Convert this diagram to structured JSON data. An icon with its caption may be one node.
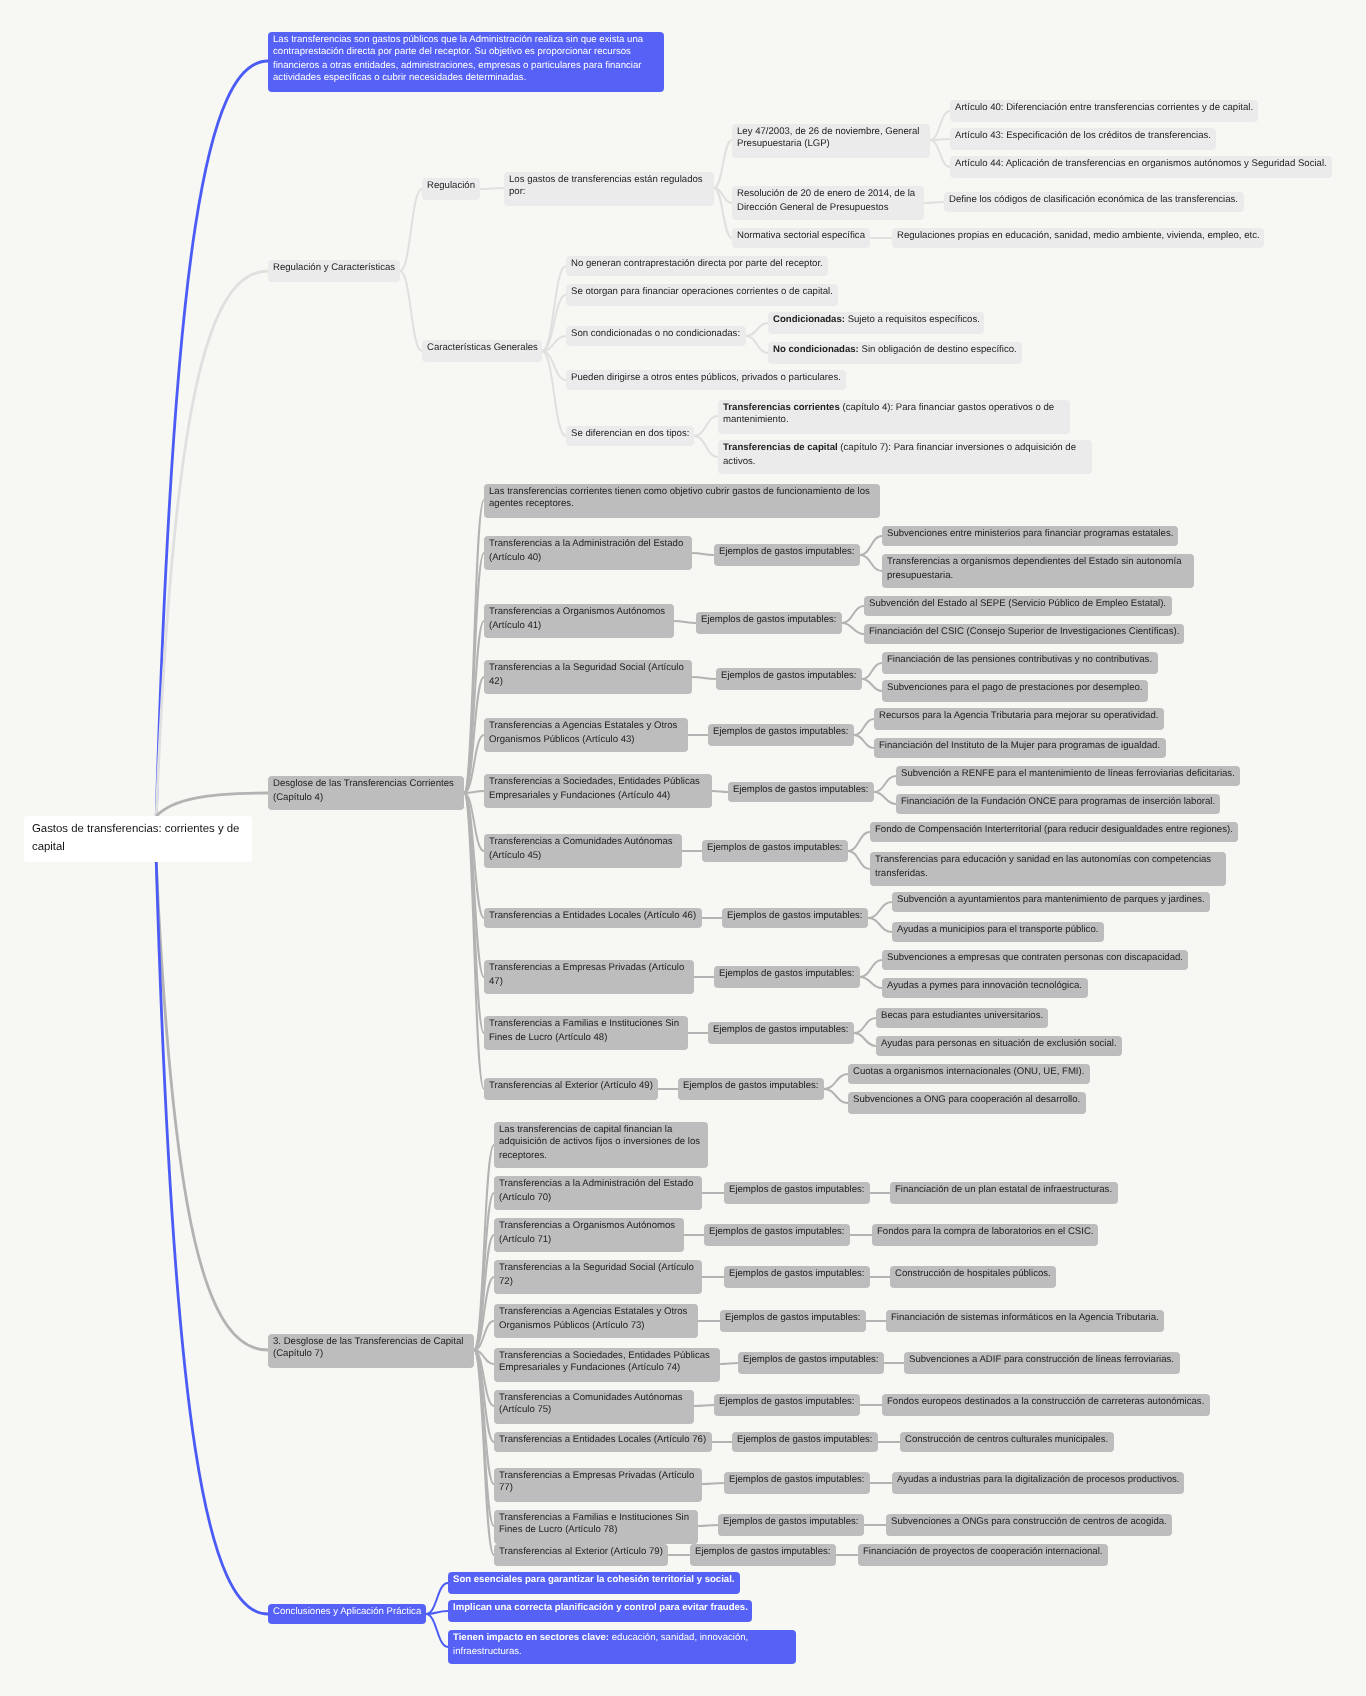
{
  "diagram": {
    "nodes": [
      {
        "text": [
          "Gastos de transferencias: corrientes y de capital"
        ]
      },
      {
        "text": [
          "Las transferencias son gastos públicos que la Administración realiza sin que exista una contraprestación directa por parte del receptor. Su objetivo es proporcionar recursos financieros a otras entidades, administraciones, empresas o particulares para financiar actividades específicas o cubrir necesidades determinadas."
        ]
      },
      {
        "text": [
          "Regulación y Características"
        ]
      },
      {
        "text": [
          "Regulación"
        ]
      },
      {
        "text": [
          "Los gastos de transferencias están regulados por:"
        ]
      },
      {
        "text": [
          "Ley 47/2003, de 26 de noviembre, General Presupuestaria (LGP)"
        ]
      },
      {
        "text": [
          "Artículo 40: Diferenciación entre transferencias corrientes y de capital."
        ]
      },
      {
        "text": [
          "Artículo 43: Especificación de los créditos de transferencias."
        ]
      },
      {
        "text": [
          "Artículo 44: Aplicación de transferencias en organismos autónomos y Seguridad Social."
        ]
      },
      {
        "text": [
          "Resolución de 20 de enero de 2014, de la Dirección General de Presupuestos"
        ]
      },
      {
        "text": [
          "Define los códigos de clasificación económica de las transferencias."
        ]
      },
      {
        "text": [
          "Normativa sectorial específica"
        ]
      },
      {
        "text": [
          "Regulaciones propias en educación, sanidad, medio ambiente, vivienda, empleo, etc."
        ]
      },
      {
        "text": [
          "Características Generales"
        ]
      },
      {
        "text": [
          "No generan contraprestación directa por parte del receptor."
        ]
      },
      {
        "text": [
          "Se otorgan para financiar operaciones corrientes o de capital."
        ]
      },
      {
        "text": [
          "Son condicionadas o no condicionadas:"
        ]
      },
      {
        "text": [
          "**Condicionadas:** Sujeto a requisitos específicos."
        ]
      },
      {
        "text": [
          "**No condicionadas:** Sin obligación de destino específico."
        ]
      },
      {
        "text": [
          "Pueden dirigirse a otros entes públicos, privados o particulares."
        ]
      },
      {
        "text": [
          "Se diferencian en dos tipos:"
        ]
      },
      {
        "text": [
          "**Transferencias corrientes** (capítulo 4): Para financiar gastos operativos o de mantenimiento."
        ]
      },
      {
        "text": [
          "**Transferencias de capital** (capítulo 7): Para financiar inversiones o adquisición de activos."
        ]
      },
      {
        "text": [
          "Desglose de las Transferencias Corrientes (Capítulo 4)"
        ]
      },
      {
        "text": [
          "Las transferencias corrientes tienen como objetivo cubrir gastos de funcionamiento de los agentes receptores."
        ]
      },
      {
        "text": [
          "Transferencias a la Administración del Estado (Artículo 40)"
        ]
      },
      {
        "text": [
          "Ejemplos de gastos imputables:"
        ]
      },
      {
        "text": [
          "Subvenciones entre ministerios para financiar programas estatales."
        ]
      },
      {
        "text": [
          "Transferencias a organismos dependientes del Estado sin autonomía presupuestaria."
        ]
      },
      {
        "text": [
          "Transferencias a Organismos Autónomos (Artículo 41)"
        ]
      },
      {
        "text": [
          "Ejemplos de gastos imputables:"
        ]
      },
      {
        "text": [
          "Subvención del Estado al SEPE (Servicio Público de Empleo Estatal)."
        ]
      },
      {
        "text": [
          "Financiación del CSIC (Consejo Superior de Investigaciones Científicas)."
        ]
      },
      {
        "text": [
          "Transferencias a la Seguridad Social (Artículo 42)"
        ]
      },
      {
        "text": [
          "Ejemplos de gastos imputables:"
        ]
      },
      {
        "text": [
          "Financiación de las pensiones contributivas y no contributivas."
        ]
      },
      {
        "text": [
          "Subvenciones para el pago de prestaciones por desempleo."
        ]
      },
      {
        "text": [
          "Transferencias a Agencias Estatales y Otros Organismos Públicos (Artículo 43)"
        ]
      },
      {
        "text": [
          "Ejemplos de gastos imputables:"
        ]
      },
      {
        "text": [
          "Recursos para la Agencia Tributaria para mejorar su operatividad."
        ]
      },
      {
        "text": [
          "Financiación del Instituto de la Mujer para programas de igualdad."
        ]
      },
      {
        "text": [
          "Transferencias a Sociedades, Entidades Públicas Empresariales y Fundaciones (Artículo 44)"
        ]
      },
      {
        "text": [
          "Ejemplos de gastos imputables:"
        ]
      },
      {
        "text": [
          "Subvención a RENFE para el mantenimiento de líneas ferroviarias deficitarias."
        ]
      },
      {
        "text": [
          "Financiación de la Fundación ONCE para programas de inserción laboral."
        ]
      },
      {
        "text": [
          "Transferencias a Comunidades Autónomas (Artículo 45)"
        ]
      },
      {
        "text": [
          "Ejemplos de gastos imputables:"
        ]
      },
      {
        "text": [
          "Fondo de Compensación Interterritorial (para reducir desigualdades entre regiones)."
        ]
      },
      {
        "text": [
          "Transferencias para educación y sanidad en las autonomías con competencias transferidas."
        ]
      },
      {
        "text": [
          "Transferencias a Entidades Locales (Artículo 46)"
        ]
      },
      {
        "text": [
          "Ejemplos de gastos imputables:"
        ]
      },
      {
        "text": [
          "Subvención a ayuntamientos para mantenimiento de parques y jardines."
        ]
      },
      {
        "text": [
          "Ayudas a municipios para el transporte público."
        ]
      },
      {
        "text": [
          "Transferencias a Empresas Privadas (Artículo 47)"
        ]
      },
      {
        "text": [
          "Ejemplos de gastos imputables:"
        ]
      },
      {
        "text": [
          "Subvenciones a empresas que contraten personas con discapacidad."
        ]
      },
      {
        "text": [
          "Ayudas a pymes para innovación tecnológica."
        ]
      },
      {
        "text": [
          "Transferencias a Familias e Instituciones Sin Fines de Lucro (Artículo 48)"
        ]
      },
      {
        "text": [
          "Ejemplos de gastos imputables:"
        ]
      },
      {
        "text": [
          "Becas para estudiantes universitarios."
        ]
      },
      {
        "text": [
          "Ayudas para personas en situación de exclusión social."
        ]
      },
      {
        "text": [
          "Transferencias al Exterior (Artículo 49)"
        ]
      },
      {
        "text": [
          "Ejemplos de gastos imputables:"
        ]
      },
      {
        "text": [
          "Cuotas a organismos internacionales (ONU, UE, FMI)."
        ]
      },
      {
        "text": [
          "Subvenciones a ONG para cooperación al desarrollo."
        ]
      },
      {
        "text": [
          "3. Desglose de las Transferencias de Capital (Capítulo 7)"
        ]
      },
      {
        "text": [
          "Las transferencias de capital financian la adquisición de activos fijos o inversiones de los receptores."
        ]
      },
      {
        "text": [
          "Transferencias a la Administración del Estado (Artículo 70)"
        ]
      },
      {
        "text": [
          "Ejemplos de gastos imputables:"
        ]
      },
      {
        "text": [
          "Financiación de un plan estatal de infraestructuras."
        ]
      },
      {
        "text": [
          "Transferencias a Organismos Autónomos (Artículo 71)"
        ]
      },
      {
        "text": [
          "Ejemplos de gastos imputables:"
        ]
      },
      {
        "text": [
          "Fondos para la compra de laboratorios en el CSIC."
        ]
      },
      {
        "text": [
          "Transferencias a la Seguridad Social (Artículo 72)"
        ]
      },
      {
        "text": [
          "Ejemplos de gastos imputables:"
        ]
      },
      {
        "text": [
          "Construcción de hospitales públicos."
        ]
      },
      {
        "text": [
          "Transferencias a Agencias Estatales y Otros Organismos Públicos (Artículo 73)"
        ]
      },
      {
        "text": [
          "Ejemplos de gastos imputables:"
        ]
      },
      {
        "text": [
          "Financiación de sistemas informáticos en la Agencia Tributaria."
        ]
      },
      {
        "text": [
          "Transferencias a Sociedades, Entidades Públicas Empresariales y Fundaciones (Artículo 74)"
        ]
      },
      {
        "text": [
          "Ejemplos de gastos imputables:"
        ]
      },
      {
        "text": [
          "Subvenciones a ADIF para construcción de líneas ferroviarias."
        ]
      },
      {
        "text": [
          "Transferencias a Comunidades Autónomas (Artículo 75)"
        ]
      },
      {
        "text": [
          "Ejemplos de gastos imputables:"
        ]
      },
      {
        "text": [
          "Fondos europeos destinados a la construcción de carreteras autonómicas."
        ]
      },
      {
        "text": [
          "Transferencias a Entidades Locales (Artículo 76)"
        ]
      },
      {
        "text": [
          "Ejemplos de gastos imputables:"
        ]
      },
      {
        "text": [
          "Construcción de centros culturales municipales."
        ]
      },
      {
        "text": [
          "Transferencias a Empresas Privadas (Artículo 77)"
        ]
      },
      {
        "text": [
          "Ejemplos de gastos imputables:"
        ]
      },
      {
        "text": [
          "Ayudas a industrias para la digitalización de procesos productivos."
        ]
      },
      {
        "text": [
          "Transferencias a Familias e Instituciones Sin Fines de Lucro (Artículo 78)"
        ]
      },
      {
        "text": [
          "Ejemplos de gastos imputables:"
        ]
      },
      {
        "text": [
          "Subvenciones a ONGs para construcción de centros de acogida."
        ]
      },
      {
        "text": [
          "Transferencias al Exterior (Artículo 79)"
        ]
      },
      {
        "text": [
          "Ejemplos de gastos imputables:"
        ]
      },
      {
        "text": [
          "Financiación de proyectos de cooperación internacional."
        ]
      },
      {
        "text": [
          "Conclusiones y Aplicación Práctica"
        ]
      },
      {
        "text": [
          "Son esenciales para garantizar la cohesión territorial y social."
        ]
      },
      {
        "text": [
          "Implican una correcta planificación y control para evitar fraudes."
        ]
      },
      {
        "text": [
          "**Tienen impacto en sectores clave:** educación, sanidad, innovación, infraestructuras."
        ]
      }
    ],
    "edges": [
      {
        "from": 0,
        "to": 1,
        "arrow": "none",
        "color": "#4b5cf6"
      },
      {
        "from": 0,
        "to": 2,
        "arrow": "none",
        "color": "#e0e0e0"
      },
      {
        "from": 2,
        "to": 3,
        "arrow": "none",
        "color": "#e0e0e0"
      },
      {
        "from": 3,
        "to": 4,
        "arrow": "none",
        "color": "#e0e0e0"
      },
      {
        "from": 4,
        "to": 5,
        "arrow": "none",
        "color": "#e0e0e0"
      },
      {
        "from": 5,
        "to": 6,
        "arrow": "none",
        "color": "#e0e0e0"
      },
      {
        "from": 5,
        "to": 7,
        "arrow": "none",
        "color": "#e0e0e0"
      },
      {
        "from": 5,
        "to": 8,
        "arrow": "none",
        "color": "#e0e0e0"
      },
      {
        "from": 4,
        "to": 9,
        "arrow": "none",
        "color": "#e0e0e0"
      },
      {
        "from": 9,
        "to": 10,
        "arrow": "none",
        "color": "#e0e0e0"
      },
      {
        "from": 4,
        "to": 11,
        "arrow": "none",
        "color": "#e0e0e0"
      },
      {
        "from": 11,
        "to": 12,
        "arrow": "none",
        "color": "#e0e0e0"
      },
      {
        "from": 2,
        "to": 13,
        "arrow": "none",
        "color": "#e0e0e0"
      },
      {
        "from": 13,
        "to": 14,
        "arrow": "none",
        "color": "#e0e0e0"
      },
      {
        "from": 13,
        "to": 15,
        "arrow": "none",
        "color": "#e0e0e0"
      },
      {
        "from": 13,
        "to": 16,
        "arrow": "none",
        "color": "#e0e0e0"
      },
      {
        "from": 16,
        "to": 17,
        "arrow": "none",
        "color": "#e0e0e0"
      },
      {
        "from": 16,
        "to": 18,
        "arrow": "none",
        "color": "#e0e0e0"
      },
      {
        "from": 13,
        "to": 19,
        "arrow": "none",
        "color": "#e0e0e0"
      },
      {
        "from": 13,
        "to": 20,
        "arrow": "none",
        "color": "#e0e0e0"
      },
      {
        "from": 20,
        "to": 21,
        "arrow": "none",
        "color": "#e0e0e0"
      },
      {
        "from": 20,
        "to": 22,
        "arrow": "none",
        "color": "#e0e0e0"
      },
      {
        "from": 0,
        "to": 23,
        "arrow": "none"
      },
      {
        "from": 23,
        "to": 24,
        "arrow": "none"
      },
      {
        "from": 23,
        "to": 25,
        "arrow": "none"
      },
      {
        "from": 25,
        "to": 26,
        "arrow": "none"
      },
      {
        "from": 26,
        "to": 27,
        "arrow": "none"
      },
      {
        "from": 26,
        "to": 28,
        "arrow": "none"
      },
      {
        "from": 23,
        "to": 29,
        "arrow": "none"
      },
      {
        "from": 29,
        "to": 30,
        "arrow": "none"
      },
      {
        "from": 30,
        "to": 31,
        "arrow": "none"
      },
      {
        "from": 30,
        "to": 32,
        "arrow": "none"
      },
      {
        "from": 23,
        "to": 33,
        "arrow": "none"
      },
      {
        "from": 33,
        "to": 34,
        "arrow": "none"
      },
      {
        "from": 34,
        "to": 35,
        "arrow": "none"
      },
      {
        "from": 34,
        "to": 36,
        "arrow": "none"
      },
      {
        "from": 23,
        "to": 37,
        "arrow": "none"
      },
      {
        "from": 37,
        "to": 38,
        "arrow": "none"
      },
      {
        "from": 38,
        "to": 39,
        "arrow": "none"
      },
      {
        "from": 38,
        "to": 40,
        "arrow": "none"
      },
      {
        "from": 23,
        "to": 41,
        "arrow": "none"
      },
      {
        "from": 41,
        "to": 42,
        "arrow": "none"
      },
      {
        "from": 42,
        "to": 43,
        "arrow": "none"
      },
      {
        "from": 42,
        "to": 44,
        "arrow": "none"
      },
      {
        "from": 23,
        "to": 45,
        "arrow": "none"
      },
      {
        "from": 45,
        "to": 46,
        "arrow": "none"
      },
      {
        "from": 46,
        "to": 47,
        "arrow": "none"
      },
      {
        "from": 46,
        "to": 48,
        "arrow": "none"
      },
      {
        "from": 23,
        "to": 49,
        "arrow": "none"
      },
      {
        "from": 49,
        "to": 50,
        "arrow": "none"
      },
      {
        "from": 50,
        "to": 51,
        "arrow": "none"
      },
      {
        "from": 50,
        "to": 52,
        "arrow": "none"
      },
      {
        "from": 23,
        "to": 53,
        "arrow": "none"
      },
      {
        "from": 53,
        "to": 54,
        "arrow": "none"
      },
      {
        "from": 54,
        "to": 55,
        "arrow": "none"
      },
      {
        "from": 54,
        "to": 56,
        "arrow": "none"
      },
      {
        "from": 23,
        "to": 57,
        "arrow": "none"
      },
      {
        "from": 57,
        "to": 58,
        "arrow": "none"
      },
      {
        "from": 58,
        "to": 59,
        "arrow": "none"
      },
      {
        "from": 58,
        "to": 60,
        "arrow": "none"
      },
      {
        "from": 23,
        "to": 61,
        "arrow": "none"
      },
      {
        "from": 61,
        "to": 62,
        "arrow": "none"
      },
      {
        "from": 62,
        "to": 63,
        "arrow": "none"
      },
      {
        "from": 62,
        "to": 64,
        "arrow": "none"
      },
      {
        "from": 0,
        "to": 65,
        "arrow": "none"
      },
      {
        "from": 65,
        "to": 66,
        "arrow": "none"
      },
      {
        "from": 65,
        "to": 67,
        "arrow": "none"
      },
      {
        "from": 67,
        "to": 68,
        "arrow": "none"
      },
      {
        "from": 68,
        "to": 69,
        "arrow": "none"
      },
      {
        "from": 65,
        "to": 70,
        "arrow": "none"
      },
      {
        "from": 70,
        "to": 71,
        "arrow": "none"
      },
      {
        "from": 71,
        "to": 72,
        "arrow": "none"
      },
      {
        "from": 65,
        "to": 73,
        "arrow": "none"
      },
      {
        "from": 73,
        "to": 74,
        "arrow": "none"
      },
      {
        "from": 74,
        "to": 75,
        "arrow": "none"
      },
      {
        "from": 65,
        "to": 76,
        "arrow": "none"
      },
      {
        "from": 76,
        "to": 77,
        "arrow": "none"
      },
      {
        "from": 77,
        "to": 78,
        "arrow": "none"
      },
      {
        "from": 65,
        "to": 79,
        "arrow": "none"
      },
      {
        "from": 79,
        "to": 80,
        "arrow": "none"
      },
      {
        "from": 80,
        "to": 81,
        "arrow": "none"
      },
      {
        "from": 65,
        "to": 82,
        "arrow": "none"
      },
      {
        "from": 82,
        "to": 83,
        "arrow": "none"
      },
      {
        "from": 83,
        "to": 84,
        "arrow": "none"
      },
      {
        "from": 65,
        "to": 85,
        "arrow": "none"
      },
      {
        "from": 85,
        "to": 86,
        "arrow": "none"
      },
      {
        "from": 86,
        "to": 87,
        "arrow": "none"
      },
      {
        "from": 65,
        "to": 88,
        "arrow": "none"
      },
      {
        "from": 88,
        "to": 89,
        "arrow": "none"
      },
      {
        "from": 89,
        "to": 90,
        "arrow": "none"
      },
      {
        "from": 65,
        "to": 91,
        "arrow": "none"
      },
      {
        "from": 91,
        "to": 92,
        "arrow": "none"
      },
      {
        "from": 92,
        "to": 93,
        "arrow": "none"
      },
      {
        "from": 65,
        "to": 94,
        "arrow": "none"
      },
      {
        "from": 94,
        "to": 95,
        "arrow": "none"
      },
      {
        "from": 95,
        "to": 96,
        "arrow": "none"
      },
      {
        "from": 0,
        "to": 97,
        "arrow": "none",
        "color": "#4b5cf6"
      },
      {
        "from": 97,
        "to": 98,
        "arrow": "none",
        "color": "#4b5cf6"
      },
      {
        "from": 97,
        "to": 99,
        "arrow": "none",
        "color": "#4b5cf6"
      },
      {
        "from": 97,
        "to": 100,
        "arrow": "none",
        "color": "#4b5cf6"
      }
    ]
  }
}
